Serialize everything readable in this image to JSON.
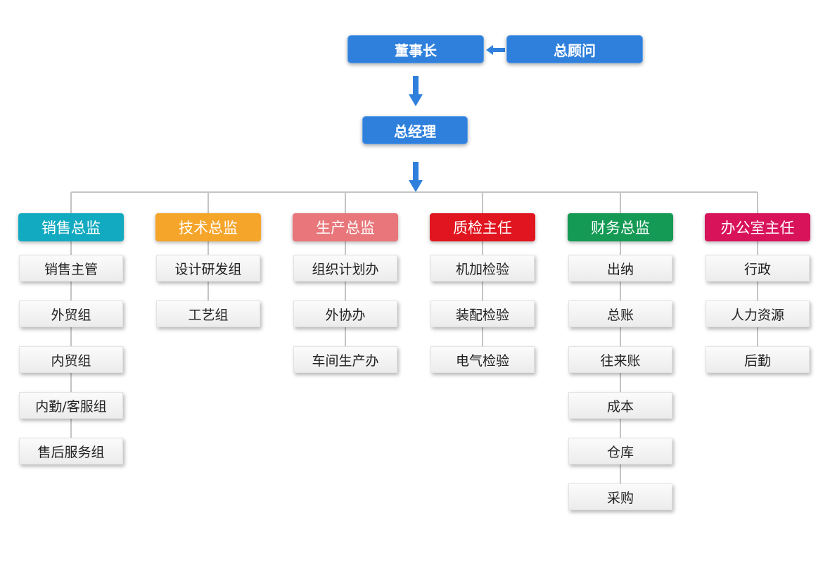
{
  "chairman": "董事长",
  "advisor": "总顾问",
  "general_manager": "总经理",
  "departments": [
    {
      "head": "销售总监",
      "color": "#12aac0",
      "items": [
        "销售主管",
        "外贸组",
        "内贸组",
        "内勤/客服组",
        "售后服务组"
      ]
    },
    {
      "head": "技术总监",
      "color": "#f5a52a",
      "items": [
        "设计研发组",
        "工艺组"
      ]
    },
    {
      "head": "生产总监",
      "color": "#e8767a",
      "items": [
        "组织计划办",
        "外协办",
        "车间生产办"
      ]
    },
    {
      "head": "质检主任",
      "color": "#e0151f",
      "items": [
        "机加检验",
        "装配检验",
        "电气检验"
      ]
    },
    {
      "head": "财务总监",
      "color": "#149a55",
      "items": [
        "出纳",
        "总账",
        "往来账",
        "成本",
        "仓库",
        "采购"
      ]
    },
    {
      "head": "办公室主任",
      "color": "#d8135a",
      "items": [
        "行政",
        "人力资源",
        "后勤"
      ]
    }
  ]
}
